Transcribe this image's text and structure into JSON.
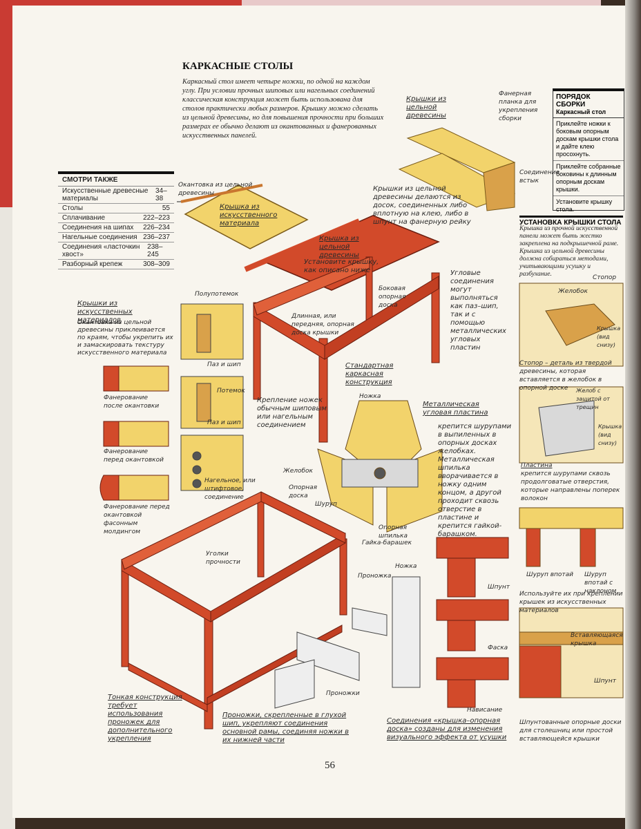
{
  "title": "КАРКАСНЫЕ СТОЛЫ",
  "intro": "Каркасный стол имеет четыре ножки, по одной на каждом углу. При условии прочных шиповых или нагельных соединений классическая конструкция может быть использована для столов практически любых размеров. Крышку можно сделать из цельной древесины, но для повышения прочности при больших размерах ее обычно делают из окантованных и фанерованных искусственных панелей.",
  "see_also": {
    "header": "СМОТРИ ТАКЖЕ",
    "rows": [
      {
        "label": "Искусственные древесные материалы",
        "pages": "34–38"
      },
      {
        "label": "Столы",
        "pages": "55"
      },
      {
        "label": "Сплачивание",
        "pages": "222–223"
      },
      {
        "label": "Соединения на шипах",
        "pages": "226–234"
      },
      {
        "label": "Нагельные соединения",
        "pages": "236–237"
      },
      {
        "label": "Соединения «ласточкин хвост»",
        "pages": "238–245"
      },
      {
        "label": "Разборный крепеж",
        "pages": "308–309"
      }
    ]
  },
  "assembly": {
    "heading": "ПОРЯДОК СБОРКИ",
    "subheading": "Каркасный стол",
    "steps": [
      "Приклейте ножки к боковым опорным доскам крышки стола и дайте клею просохнуть.",
      "Приклейте собранные боковины к длинным опорным доскам крышки.",
      "Установите крышку стола."
    ]
  },
  "top_install": {
    "heading": "УСТАНОВКА КРЫШКИ СТОЛА",
    "text": "Крышка из прочной искусственной панели может быть жестко закреплена на подкрышечной раме. Крышка из цельной древесины должна собираться методами, учитывающими усушку и разбухание."
  },
  "labels": {
    "solid_tops": "Крышки из цельной древесины",
    "veneer_strip": "Фанерная планка для укрепления сборки",
    "joint": "Соединение встык",
    "edging_strip": "Окантовка из цельной древесины",
    "solid_tops_desc": "Крышки из цельной древесины делаются из досок, соединенных либо вплотную на клею, либо в шпунт на фанерную рейку",
    "artificial_top": "Крышка из искусственного материала",
    "solid_top": "Крышка из цельной древесины",
    "install_as": "Установите крышку, как описано ниже",
    "side_apron": "Боковая опорная доска",
    "corner_joints": "Угловые соединения могут выполняться как паз–шип, так и с помощью металлических угловых пластин",
    "long_apron": "Длинная, или передняя, опорная доска крышки",
    "standard_frame": "Стандартная каркасная конструкция",
    "half_tenon": "Полупотемок",
    "mortise_tenon": "Паз и шип",
    "haunch": "Потемок",
    "art_tops": "Крышки из искусственных материалов",
    "art_tops_desc": "Окантовка из цельной древесины приклеивается по краям, чтобы укрепить их и замаскировать текстуру искусственного материала",
    "veneer_after": "Фанерование после окантовки",
    "veneer_before": "Фанерование перед окантовкой",
    "veneer_before_mould": "Фанерование перед окантовкой фасонным молдингом",
    "leg_fix": "Крепление ножек обычным шиповым или нагельным соединением",
    "dowel": "Нагельное, или штифтовое, соединение",
    "leg": "Ножка",
    "metal_plate": "Металлическая угловая пластина",
    "metal_plate_desc": "крепится шурупами в выпиленных в опорных досках желобках. Металлическая шпилька вворачивается в ножку одним концом, а другой проходит сквозь отверстие в пластине и крепится гайкой-барашком.",
    "groove": "Желобок",
    "apron": "Опорная доска",
    "screw": "Шуруп",
    "stud": "Опорная шпилька",
    "wingnut": "Гайка-барашек",
    "stop": "Стопор",
    "groove2": "Желобок",
    "top_underside": "Крышка (вид снизу)",
    "stop_desc": "Стопор – деталь из твердой древесины, которая вставляется в желобок в опорной доске",
    "slot_protect": "Желоб с защитой от трещин",
    "top_underside2": "Крышка (вид снизу)",
    "plate": "Пластина",
    "plate_desc": "крепится шурупами сквозь продолговатые отверстия, которые направлены поперек волокон",
    "screw_inset": "Шуруп впотай",
    "screw_angle": "Шуруп впотай с наклоном",
    "screw_use": "Используйте их при креплении крышек из искусственных материалов",
    "corner_blocks": "Уголки прочности",
    "stretcher": "Проножка",
    "stretcher2": "Проножки",
    "thin_frame": "Тонкая конструкция требует использования проножек для дополнительного укрепления",
    "stretchers_desc": "Проножки, скрепленные в глухой шип, укрепляют соединения основной рамы, соединяя ножки в их нижней части",
    "spline": "Шпунт",
    "chamfer": "Фаска",
    "overlay": "Нависание",
    "top_apron_joints": "Соединения «крышка–опорная доска» созданы для изменения визуального эффекта от усушки",
    "insert_top": "Вставляющаяся крышка",
    "spline2": "Шпунт",
    "tongued_apron": "Шпунтованные опорные доски для столешниц или простой вставляющейся крышки"
  },
  "page_number": "56",
  "colors": {
    "wood": "#d24a2a",
    "light_wood": "#f2d36b",
    "ink": "#2a2a2a"
  }
}
